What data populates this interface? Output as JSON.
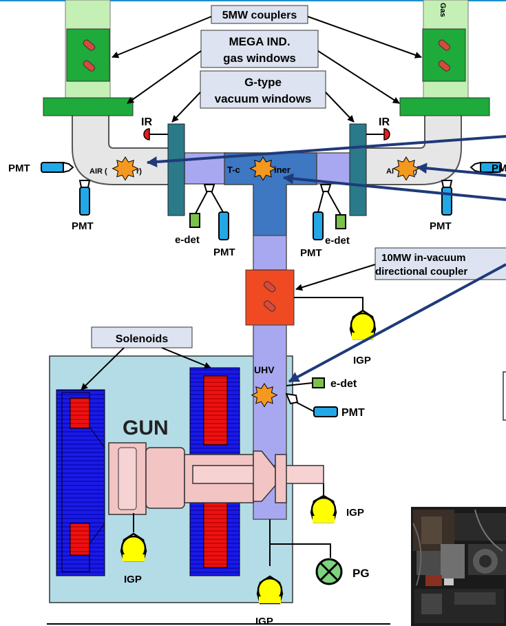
{
  "callouts": {
    "couplers_5mw": "5MW couplers",
    "gas_windows_line1": "MEGA IND.",
    "gas_windows_line2": "gas windows",
    "vacuum_windows_line1": "G-type",
    "vacuum_windows_line2": "vacuum windows",
    "coupler_10mw_line1": "10MW in-vacuum",
    "coupler_10mw_line2": "directional coupler",
    "solenoids": "Solenoids"
  },
  "labels": {
    "gas": "Gas",
    "ir_left": "IR",
    "ir_right": "IR",
    "air_left": "AIR (",
    "air_left_tail": "r)",
    "air_right": "AI",
    "air_right_tail": "r)",
    "tcombiner_a": "T-c",
    "tcombiner_b": "iner",
    "pmt_far_left": "PMT",
    "pmt_left_low": "PMT",
    "pmt_right_low": "PMT",
    "pmt_center_left": "PMT",
    "pmt_center_right": "PMT",
    "pmt_far_right": "PM",
    "pmt_uhv": "PMT",
    "edet_left": "e-det",
    "edet_right": "e-det",
    "edet_uhv": "e-det",
    "uhv": "UHV",
    "igp_coupler": "IGP",
    "igp_gun_right": "IGP",
    "igp_solenoid": "IGP",
    "igp_bottom": "IGP",
    "pg": "PG",
    "gun": "GUN"
  },
  "colors": {
    "waveguide_green": "#c4f0b6",
    "coupler_green": "#1faa3c",
    "air_box": "#e6e6e6",
    "vacuum_window": "#2a7a8a",
    "vacuum_blue": "#a8a8f0",
    "tcombiner": "#3e77c2",
    "dir_coupler": "#f04a22",
    "gun_box": "#b4dce6",
    "solenoid_blue": "#1a1ae6",
    "solenoid_red": "#ee1111",
    "gun_pink": "#f2c4c4",
    "pump_yellow": "#ffff00",
    "pg_green": "#7ed37e",
    "spark_orange": "#f5981f",
    "pmt_blue": "#22a8e6",
    "edet_green": "#7bc24a",
    "arrow_navy": "#1f3a7a"
  },
  "icons": [
    "spark-icon",
    "pmt-icon",
    "e-det-icon",
    "ion-pump-icon",
    "pressure-gauge-icon",
    "ir-sensor-icon",
    "photo-inset"
  ]
}
